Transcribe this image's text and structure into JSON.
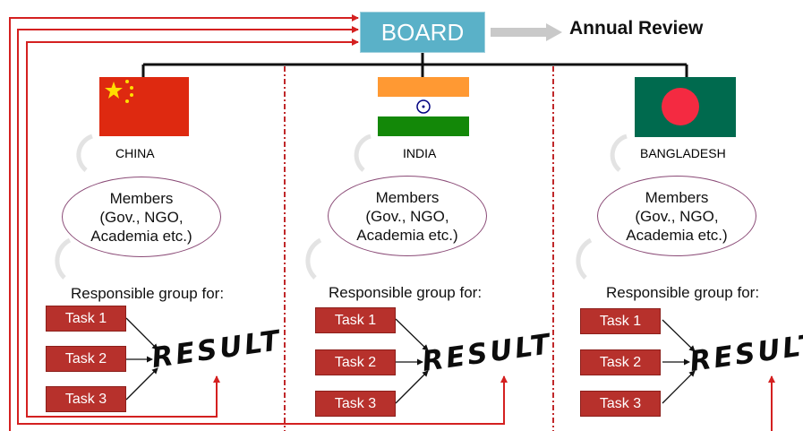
{
  "board_label": "BOARD",
  "annual_review_label": "Annual Review",
  "columns": [
    {
      "country": "CHINA",
      "members": "Members\n(Gov., NGO,\nAcademia etc.)",
      "responsible": "Responsible group for:",
      "tasks": [
        "Task 1",
        "Task 2",
        "Task 3"
      ],
      "result": "RESULT"
    },
    {
      "country": "INDIA",
      "members": "Members\n(Gov., NGO,\nAcademia etc.)",
      "responsible": "Responsible group for:",
      "tasks": [
        "Task 1",
        "Task 2",
        "Task 3"
      ],
      "result": "RESULT"
    },
    {
      "country": "BANGLADESH",
      "members": "Members\n(Gov., NGO,\nAcademia etc.)",
      "responsible": "Responsible group for:",
      "tasks": [
        "Task 1",
        "Task 2",
        "Task 3"
      ],
      "result": "RESULT"
    }
  ],
  "colors": {
    "board": "#5ab1c8",
    "task": "#b7312c",
    "feedback_arrow": "#d42020",
    "divider": "#c0282a"
  }
}
